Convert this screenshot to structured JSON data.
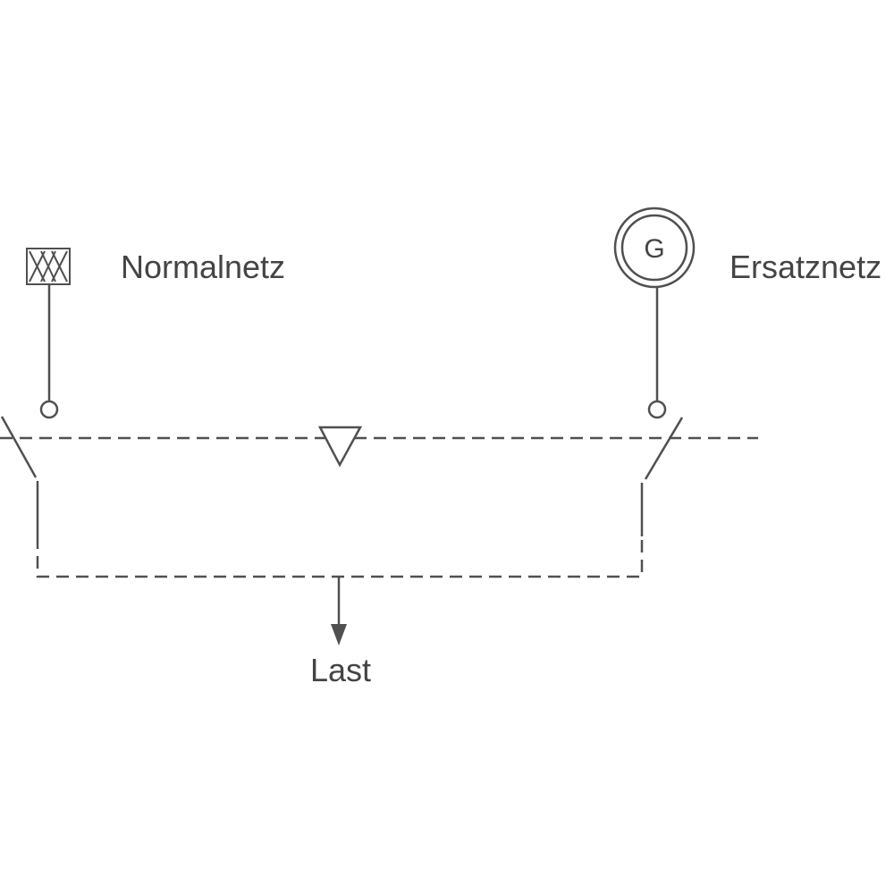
{
  "diagram": {
    "normal_supply": {
      "label": "Normalnetz",
      "icon": "grid-supply-icon"
    },
    "backup_supply": {
      "label": "Ersatznetz",
      "icon": "generator-icon",
      "symbol": "G"
    },
    "load": {
      "label": "Last",
      "icon": "arrow-down-icon"
    },
    "interlock_icon": "triangle-icon",
    "switch_icon": "switch-contact-icon"
  },
  "colors": {
    "line": "#505050",
    "text": "#444444",
    "background": "#ffffff"
  }
}
